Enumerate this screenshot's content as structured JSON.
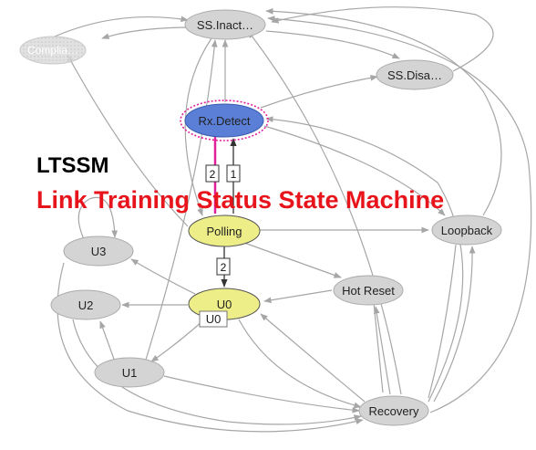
{
  "title": "LTSSM",
  "subtitle": "Link Training Status State Machine",
  "colors": {
    "node_gray": "#d4d4d4",
    "node_gray_border": "#ababab",
    "node_active": "#eeee88",
    "node_active_border": "#555555",
    "node_selected": "#5b7fd6",
    "node_selected_halo": "#e0209a",
    "edge": "#a6a6a6",
    "edge_dark": "#333333",
    "edge_highlight": "#e0209a",
    "title": "#000000",
    "subtitle": "#e8141c"
  },
  "nodes": {
    "ss_inactive": "SS.Inact…",
    "compliance": "Complia…",
    "ss_disabled": "SS.Disa…",
    "rx_detect": "Rx.Detect",
    "polling": "Polling",
    "loopback": "Loopback",
    "u3": "U3",
    "hot_reset": "Hot Reset",
    "u2": "U2",
    "u0": "U0",
    "u1": "U1",
    "recovery": "Recovery"
  },
  "edge_labels": {
    "rx_to_polling": "2",
    "polling_to_rx": "1",
    "polling_to_u0": "2"
  },
  "tooltip": "U0"
}
